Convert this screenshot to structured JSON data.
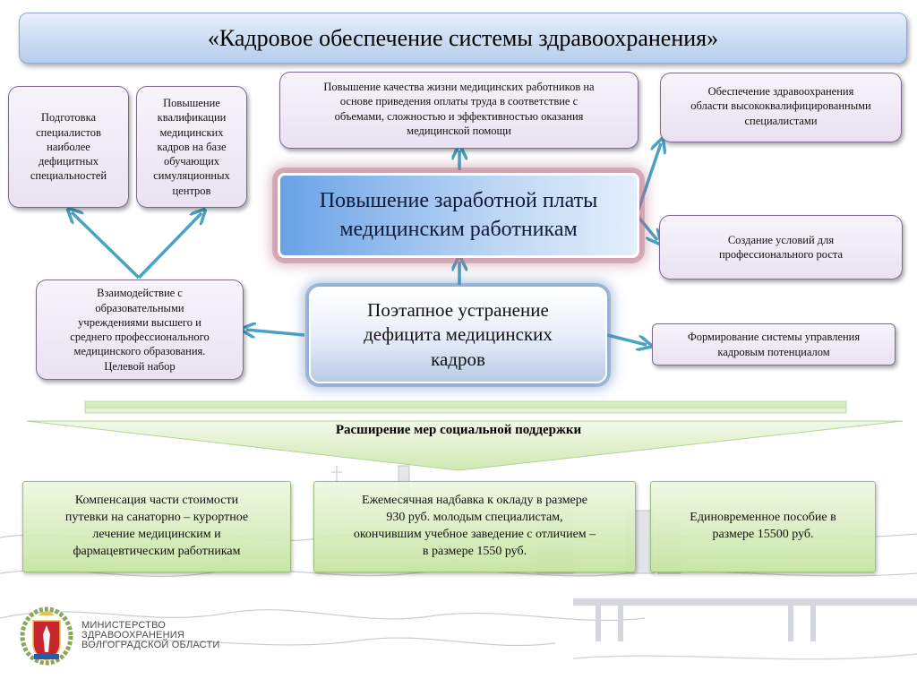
{
  "title": "«Кадровое обеспечение системы здравоохранения»",
  "center_top": {
    "lines": [
      "Повышение заработной платы",
      "медицинским работникам"
    ]
  },
  "center_main": {
    "lines": [
      "Поэтапное устранение",
      "дефицита медицинских",
      "кадров"
    ]
  },
  "boxes": {
    "training": [
      "Подготовка",
      "специалистов",
      "наиболее",
      "дефицитных",
      "специальностей"
    ],
    "qualification": [
      "Повышение",
      "квалификации",
      "медицинских",
      "кадров на базе",
      "обучающих",
      "симуляционных",
      "центров"
    ],
    "quality_of_life": [
      "Повышение качества жизни медицинских работников на",
      "основе приведения оплаты труда в соответствие с",
      "объемами, сложностью и эффективностью оказания",
      "медицинской помощи"
    ],
    "highly_qualified": [
      "Обеспечение здравоохранения",
      "области высококвалифицированными",
      "специалистами"
    ],
    "professional_growth": [
      "Создание условий для",
      "профессионального роста"
    ],
    "cooperation": [
      "Взаимодействие с",
      "образовательными",
      "учреждениями высшего  и",
      "среднего профессионального",
      "медицинского образования.",
      "Целевой набор"
    ],
    "hr_management": [
      "Формирование системы управления",
      "кадровым потенциалом"
    ]
  },
  "banner_label": "Расширение мер социальной поддержки",
  "support": {
    "compensation": [
      "Компенсация части стоимости",
      "путевки на санаторно – курортное",
      "лечение медицинским и",
      "фармацевтическим работникам"
    ],
    "monthly_bonus": [
      "Ежемесячная надбавка к окладу в размере",
      "930 руб. молодым специалистам,",
      "окончившим учебное заведение с отличием –",
      "в размере 1550 руб."
    ],
    "lump_sum": [
      "Единовременное пособие в",
      "размере 15500 руб."
    ]
  },
  "ministry": [
    "МИНИСТЕРСТВО",
    "ЗДРАВООХРАНЕНИЯ",
    "ВОЛГОГРАДСКОЙ ОБЛАСТИ"
  ],
  "colors": {
    "arrow": "#4aa3c4",
    "box_border": "#7d6a8e",
    "banner_green": "#c8e6a8"
  }
}
